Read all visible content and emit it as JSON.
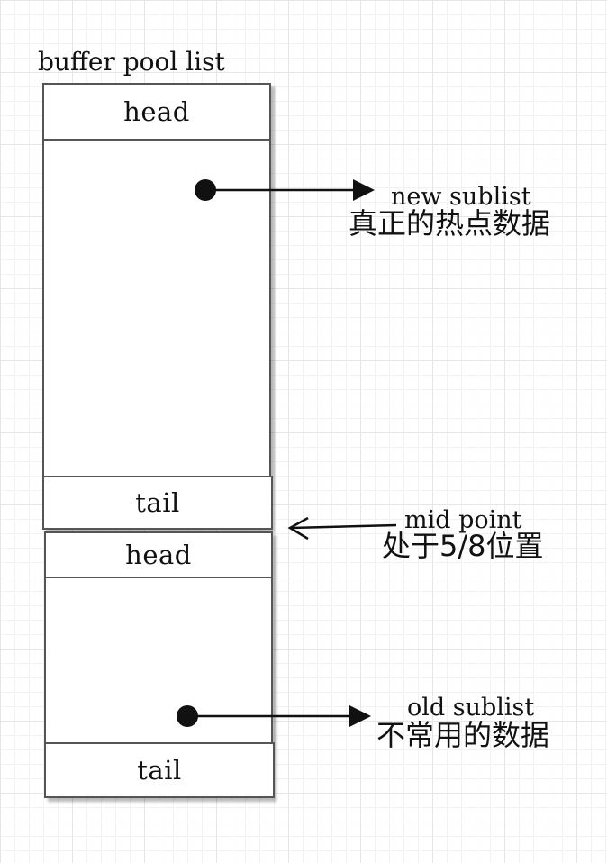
{
  "title": "buffer pool list",
  "new_sublist": {
    "head_label": "head",
    "tail_label": "tail",
    "caption_en": "new sublist",
    "caption_zh": "真正的热点数据"
  },
  "midpoint": {
    "caption_en": "mid point",
    "caption_zh": "处于5/8位置"
  },
  "old_sublist": {
    "head_label": "head",
    "tail_label": "tail",
    "caption_en": "old sublist",
    "caption_zh": "不常用的数据"
  },
  "colors": {
    "stroke": "#555555",
    "arrow": "#111111",
    "grid_major": "#e6e6e6",
    "grid_minor": "#f2f2f2"
  }
}
